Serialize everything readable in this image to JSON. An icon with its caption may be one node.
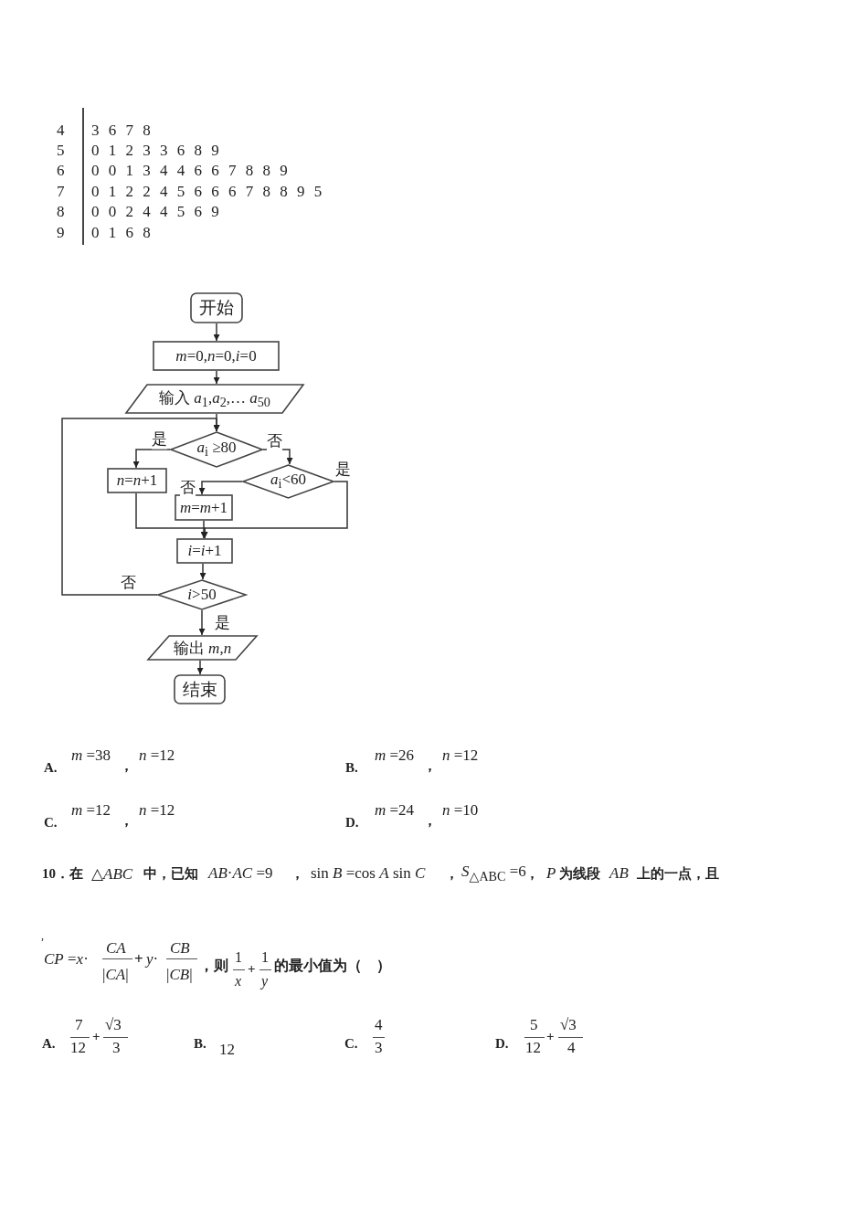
{
  "diagram": {
    "nodes": [
      {
        "text": [
          "开始"
        ]
      },
      {
        "text": [
          "*m*=0,*n*=0,*i*=0"
        ]
      },
      {
        "text": [
          "输入 *a*$_{1}$,*a*$_{2}$,… *a*$_{50}$"
        ]
      },
      {
        "text": [
          "*a*$_{i}$ ≥80"
        ]
      },
      {
        "text": [
          "*n*=*n*+1"
        ]
      },
      {
        "text": [
          "*a*$_{i}$<60"
        ]
      },
      {
        "text": [
          "*m*=*m*+1"
        ]
      },
      {
        "text": [
          "*i*=*i*+1"
        ]
      },
      {
        "text": [
          "*i*>50"
        ]
      },
      {
        "text": [
          "输出 *m*,*n*"
        ]
      },
      {
        "text": [
          "结束"
        ]
      }
    ],
    "edges": [
      {
        "from": 0,
        "to": 1,
        "arrow": "to"
      },
      {
        "from": 1,
        "to": 2,
        "arrow": "to"
      },
      {
        "from": 2,
        "to": 3,
        "arrow": "to"
      },
      {
        "from": 3,
        "to": 4,
        "arrow": "to",
        "label": "是"
      },
      {
        "from": 3,
        "to": 5,
        "arrow": "to",
        "label": "否"
      },
      {
        "from": 5,
        "to": 6,
        "arrow": "to",
        "label": "否"
      },
      {
        "from": 5,
        "to": 7,
        "arrow": "to",
        "label": "是"
      },
      {
        "from": 4,
        "to": 7,
        "arrow": "to"
      },
      {
        "from": 6,
        "to": 7,
        "arrow": "to"
      },
      {
        "from": 7,
        "to": 8,
        "arrow": "to"
      },
      {
        "from": 8,
        "to": 3,
        "arrow": "to",
        "label": "否"
      },
      {
        "from": 8,
        "to": 9,
        "arrow": "to",
        "label": "是"
      },
      {
        "from": 9,
        "to": 10,
        "arrow": "to"
      }
    ],
    "labels": [
      "4",
      "3 6 7 8",
      "5",
      "0 1 2 3 3 6 8 9",
      "6",
      "0 0 1 3 4 4 6 6 7 8 8 9",
      "7",
      "0 1 2 2 4 5 6 6 6 7 8 8 9 5",
      "8",
      "0 0 2 4 4 5 6 9",
      "9",
      "0 1 6 8",
      "A.",
      "*m* =38",
      "，",
      "*n* =12",
      "B.",
      "*m* =26",
      "，",
      "*n* =12",
      "C.",
      "*m* =12",
      "，",
      "*n* =12",
      "D.",
      "*m* =24",
      "，",
      "*n* =10",
      "10．在",
      "△*ABC*",
      "中，已知",
      "*AB*·*AC* =9",
      "，",
      "sin *B* =cos *A* sin *C*",
      "，",
      "*S*$_{△ABC}$ =6",
      "，",
      "*P*",
      "为线段",
      "*AB*",
      "上的一点，且",
      ",",
      "*CP* =*x*·",
      "*CA*",
      "|*CA*|",
      "+",
      "*y*·",
      "*CB*",
      "|*CB*|",
      "，则",
      "1",
      "*x*",
      "+",
      "1",
      "*y*",
      "的最小值为（　）",
      "A.",
      "7",
      "12",
      "+",
      "√3",
      "3",
      "B.",
      "12",
      "C.",
      "4",
      "3",
      "D.",
      "5",
      "12",
      "+",
      "√3",
      "4"
    ]
  }
}
